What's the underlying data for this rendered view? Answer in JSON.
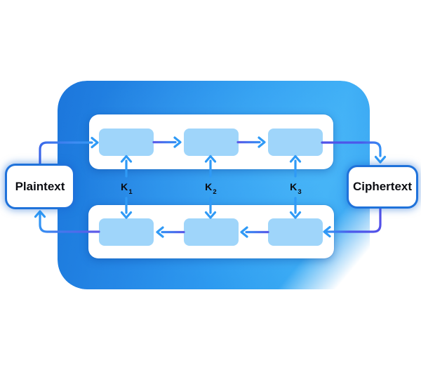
{
  "diagram": {
    "nodes": {
      "plaintext": "Plaintext",
      "ciphertext": "Ciphertext"
    },
    "keys": [
      {
        "base": "K",
        "sub": "1"
      },
      {
        "base": "K",
        "sub": "2"
      },
      {
        "base": "K",
        "sub": "3"
      }
    ],
    "rows": {
      "top_stage_count": 3,
      "bottom_stage_count": 3,
      "top_flow": "left-to-right",
      "bottom_flow": "right-to-left"
    }
  },
  "colors": {
    "panel_gradient_start": "#0e6ed9",
    "panel_gradient_mid": "#2196f0",
    "panel_gradient_end": "#2ea6f4",
    "row_background": "#ffffff",
    "stage_box": "#9fd5fa",
    "arrow_bright_blue": "#2f9af6",
    "arrow_indigo": "#5457e8",
    "node_ring_blue": "#1f72da",
    "label_text": "#0c0d12"
  }
}
